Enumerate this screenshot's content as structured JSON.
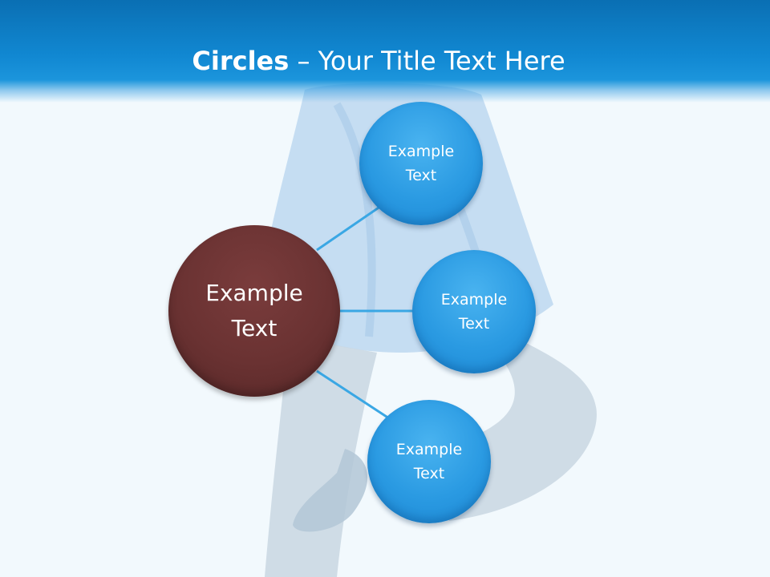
{
  "slide": {
    "title_bold": "Circles",
    "title_rest": " – Your Title Text Here"
  },
  "colors": {
    "header_blue": "#1188d2",
    "center_circle": "#6a3232",
    "outer_circle": "#2a9ae2",
    "connector": "#3aa7e4",
    "background": "#f2f9fd"
  },
  "diagram": {
    "center": {
      "line1": "Example",
      "line2": "Text"
    },
    "nodes": [
      {
        "line1": "Example",
        "line2": "Text"
      },
      {
        "line1": "Example",
        "line2": "Text"
      },
      {
        "line1": "Example",
        "line2": "Text"
      }
    ]
  }
}
